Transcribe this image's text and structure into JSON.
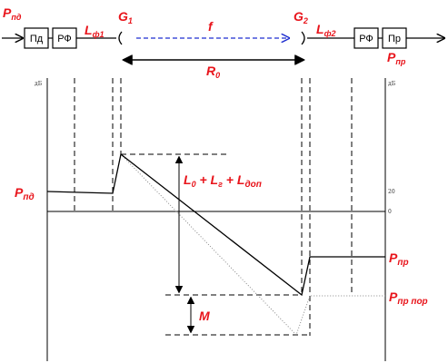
{
  "labels": {
    "p_pd_top": "P",
    "p_pd_top_sub": "пд",
    "box_pd": "Пд",
    "box_rf_left": "РФ",
    "l_f1": "L",
    "l_f1_sub": "ф1",
    "g1": "G",
    "g1_sub": "1",
    "f": "f",
    "g2": "G",
    "g2_sub": "2",
    "l_f2": "L",
    "l_f2_sub": "ф2",
    "box_rf_right": "РФ",
    "box_pr": "Пр",
    "p_pr_top": "P",
    "p_pr_top_sub": "пр",
    "r0": "R",
    "r0_sub": "0",
    "db_left": "дБ",
    "db_right": "дБ",
    "p_pd_left": "P",
    "p_pd_left_sub": "пд",
    "loss_formula_l0": "L",
    "loss_formula_l0_sub": "0",
    "loss_formula_plus1": " + ",
    "loss_formula_lg": "L",
    "loss_formula_lg_sub": "г",
    "loss_formula_plus2": " + ",
    "loss_formula_ldop": "L",
    "loss_formula_ldop_sub": "доп",
    "tick_20": "20",
    "tick_0": "0",
    "p_pr_right": "P",
    "p_pr_right_sub": "пр",
    "m": "M",
    "p_pr_por": "P",
    "p_pr_por_sub": "пр пор"
  },
  "colors": {
    "red_text": "#e8141b",
    "signal_arrow": "#1f2fd0",
    "line": "#000000",
    "dotted": "#888888"
  }
}
